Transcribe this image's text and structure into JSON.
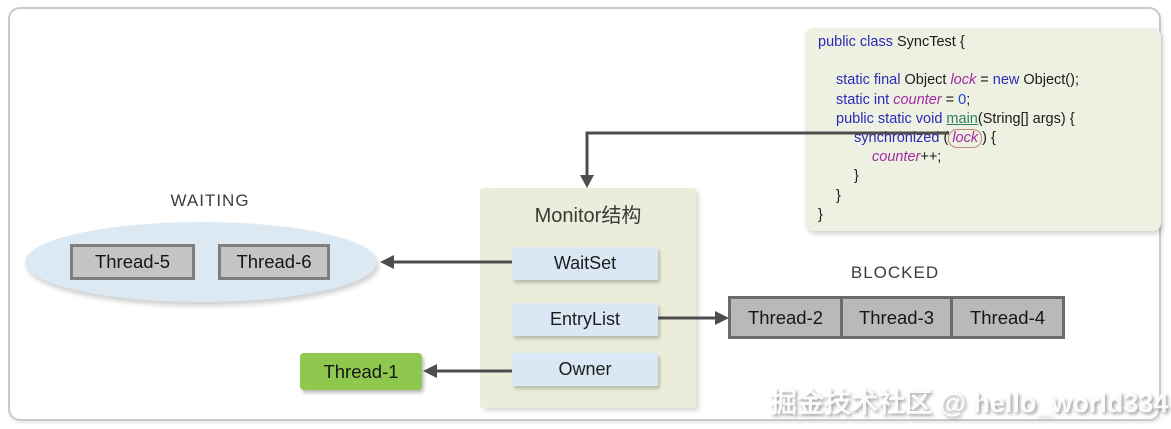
{
  "monitor": {
    "title": "Monitor结构",
    "slots": [
      "WaitSet",
      "EntryList",
      "Owner"
    ]
  },
  "waiting": {
    "label": "WAITING",
    "threads": [
      "Thread-5",
      "Thread-6"
    ]
  },
  "blocked": {
    "label": "BLOCKED",
    "threads": [
      "Thread-2",
      "Thread-3",
      "Thread-4"
    ]
  },
  "owner_thread": "Thread-1",
  "watermark": "掘金技术社区 @ hello_world334",
  "code": {
    "lines": [
      {
        "ind": 0,
        "tokens": [
          {
            "t": "public class ",
            "c": "kw"
          },
          {
            "t": "SyncTest {"
          }
        ]
      },
      {
        "ind": 0,
        "tokens": []
      },
      {
        "ind": 1,
        "tokens": [
          {
            "t": "static final ",
            "c": "kw"
          },
          {
            "t": "Object "
          },
          {
            "t": "lock",
            "c": "var"
          },
          {
            "t": " = "
          },
          {
            "t": "new",
            "c": "kw"
          },
          {
            "t": " Object();"
          }
        ]
      },
      {
        "ind": 1,
        "tokens": [
          {
            "t": "static int ",
            "c": "kw"
          },
          {
            "t": "counter",
            "c": "var"
          },
          {
            "t": " = "
          },
          {
            "t": "0",
            "c": "num"
          },
          {
            "t": ";"
          }
        ]
      },
      {
        "ind": 1,
        "tokens": [
          {
            "t": "public static void ",
            "c": "kw"
          },
          {
            "t": "main",
            "c": "fn"
          },
          {
            "t": "(String[] args) {"
          }
        ]
      },
      {
        "ind": 2,
        "tokens": [
          {
            "t": "synchronized ",
            "c": "kw"
          },
          {
            "t": "("
          },
          {
            "t": "lock",
            "c": "var circled"
          },
          {
            "t": ") {"
          }
        ]
      },
      {
        "ind": 3,
        "tokens": [
          {
            "t": "counter",
            "c": "var"
          },
          {
            "t": "++;"
          }
        ]
      },
      {
        "ind": 2,
        "tokens": [
          {
            "t": "}"
          }
        ]
      },
      {
        "ind": 1,
        "tokens": [
          {
            "t": "}"
          }
        ]
      },
      {
        "ind": 0,
        "tokens": [
          {
            "t": "}"
          }
        ]
      }
    ]
  },
  "colors": {
    "keyword": "#2b2bb8",
    "variable": "#a12ba4",
    "number": "#2142cc",
    "function": "#2e7d6b",
    "circle_border": "#c4897a",
    "code_bg": "#eef0e1",
    "monitor_bg": "#e9edd9",
    "slot_bg": "#d9e8f4",
    "ellipse_bg": "#dce9f3",
    "green": "#8fc84f",
    "gray_fill": "#c4c4c4",
    "gray_border": "#7e7e7e",
    "dgray_fill": "#b9b9b9",
    "dgray_border": "#6c6c6c",
    "arrow": "#4d4d4d"
  }
}
